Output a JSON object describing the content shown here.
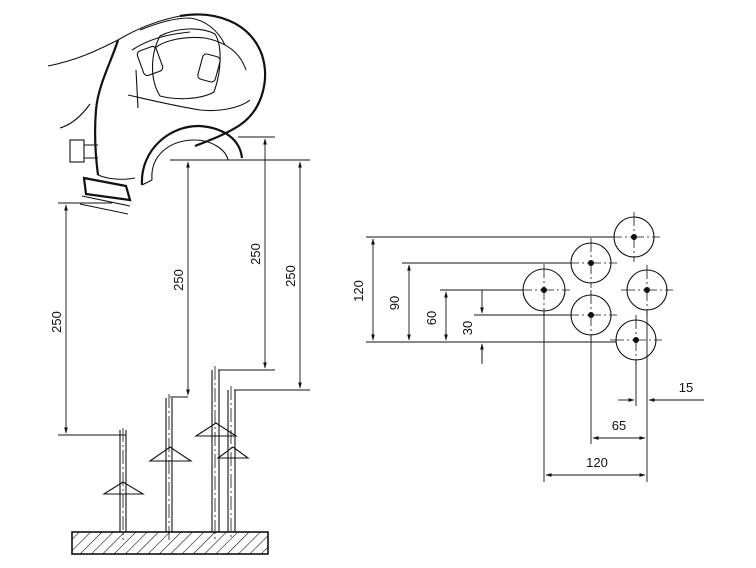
{
  "figure": {
    "left_dimensions": {
      "a": "250",
      "b": "250",
      "c": "250",
      "d": "250"
    },
    "right_dimensions": {
      "v120": "120",
      "v90": "90",
      "v60": "60",
      "v30": "30",
      "h15": "15",
      "h65": "65",
      "h120": "120"
    }
  }
}
